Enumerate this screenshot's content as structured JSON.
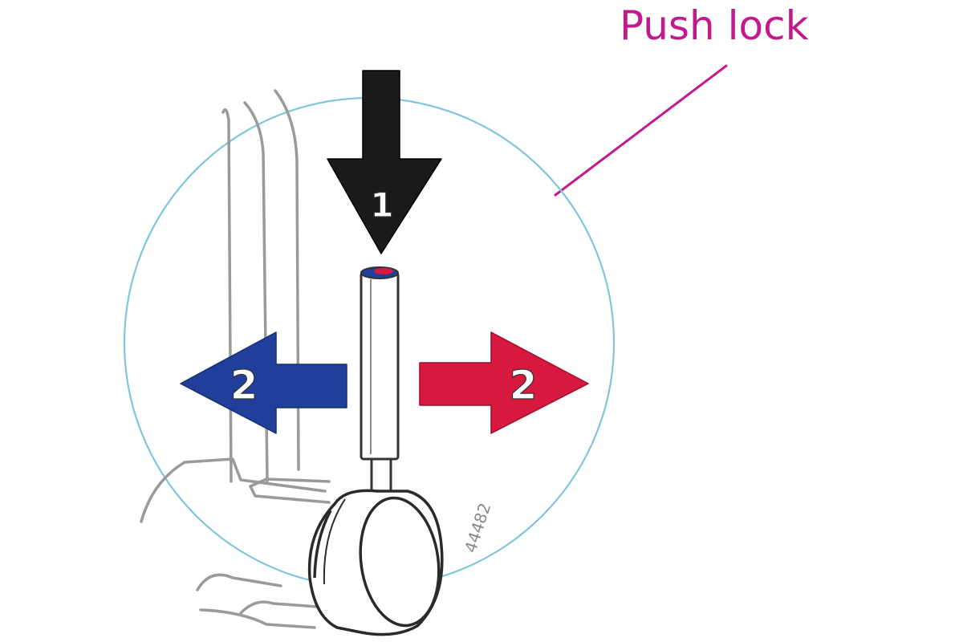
{
  "callout": {
    "label": "Push lock",
    "color": "#c2198f"
  },
  "steps": {
    "press": {
      "number": "1",
      "color": "#1a1a1a"
    },
    "pull_left": {
      "number": "2",
      "color": "#1f3f9a"
    },
    "pull_right": {
      "number": "2",
      "color": "#d7183f"
    }
  },
  "part_number": "44482",
  "colors": {
    "detail_circle": "#7fc6dc",
    "line_art": "#333333",
    "frame_art": "#9a9a9a"
  }
}
